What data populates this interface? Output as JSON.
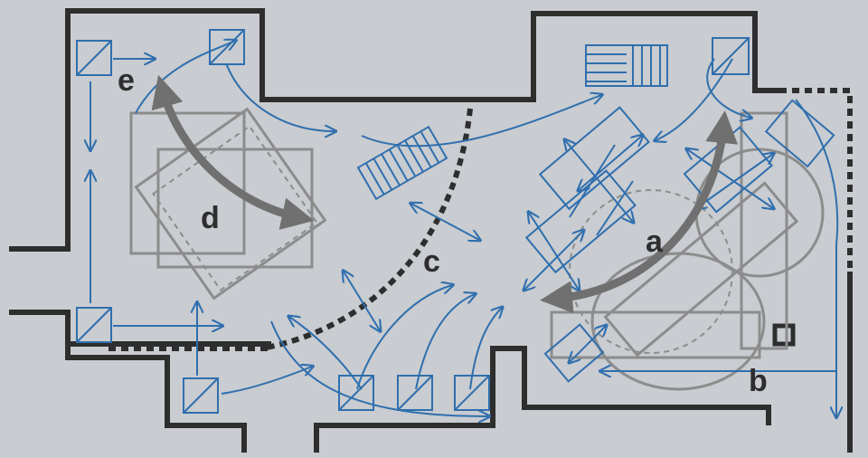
{
  "diagram": {
    "labels": {
      "a": "a",
      "b": "b",
      "c": "c",
      "d": "d",
      "e": "e"
    },
    "colors": {
      "background": "#c9ccd0",
      "walls": "#2e2e2e",
      "circulation": "#2f6fae",
      "furniture": "#8c8c8c"
    }
  }
}
